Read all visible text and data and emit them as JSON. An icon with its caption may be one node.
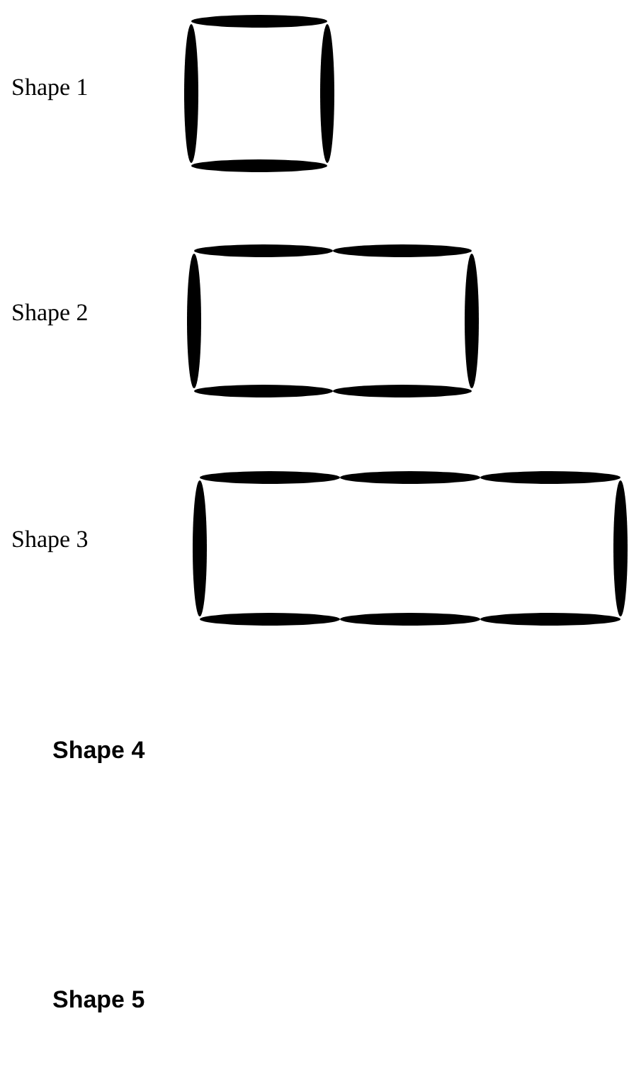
{
  "diagram": {
    "labels": [
      "Shape 1",
      "Shape 2",
      "Shape 3",
      "Shape 4",
      "Shape 5"
    ]
  }
}
